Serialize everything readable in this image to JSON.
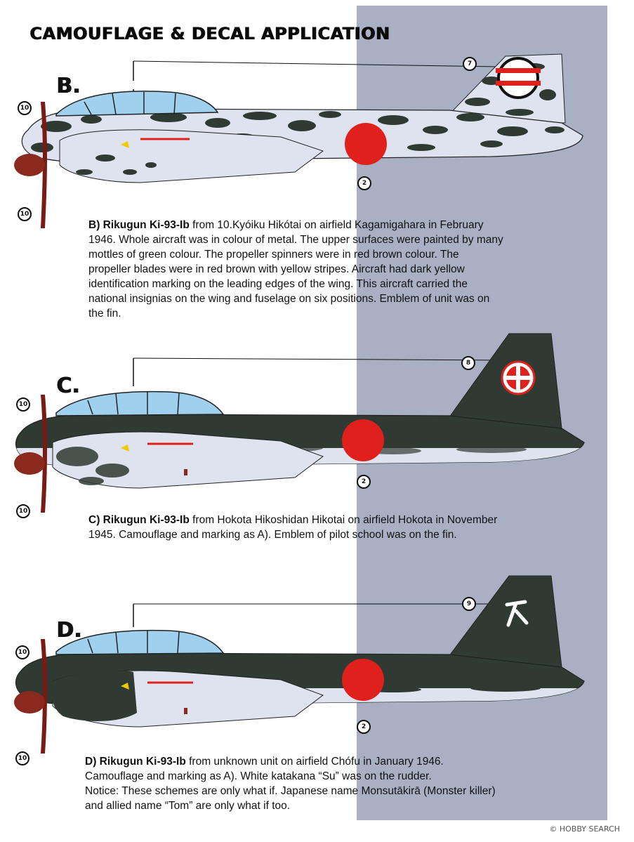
{
  "header": {
    "title": "CAMOUFLAGE & DECAL APPLICATION"
  },
  "colors": {
    "band": "#a9b0c4",
    "dark_green": "#2f3a33",
    "metal": "#dfe3ef",
    "canopy": "#9fd0ee",
    "hinomaru": "#e0201c",
    "propeller": "#7a1a14",
    "spinner": "#8a2a1e",
    "yellow": "#f0c800"
  },
  "profiles": [
    {
      "letter": "B.",
      "callouts": {
        "tail": "7",
        "wing": "2",
        "prop_top": "10",
        "prop_bottom": "10"
      },
      "caption_lead": "B) Rikugun Ki-93-Ib",
      "caption_lines": [
        " from 10.Kyóiku Hikótai on airfield Kagamigahara in February",
        "1946. Whole aircraft was in colour of metal. The upper surfaces were painted by many",
        "mottles of green colour.  The propeller spinners were in red brown colour. The",
        "propeller blades were in red brown with yellow stripes. Aircraft had dark yellow",
        "identification marking on the leading edges of the wing. This aircraft carried the",
        "national insignias on the wing and fuselage on six positions. Emblem of unit was on",
        "the fin."
      ]
    },
    {
      "letter": "C.",
      "callouts": {
        "tail": "8",
        "wing": "2",
        "prop_top": "10",
        "prop_bottom": "10"
      },
      "caption_lead": "C) Rikugun Ki-93-Ib",
      "caption_lines": [
        " from  Hokota Hikoshidan Hikotai on airfield Hokota in November",
        "1945. Camouflage and marking as A). Emblem of pilot school  was on the fin."
      ]
    },
    {
      "letter": "D.",
      "callouts": {
        "tail": "9",
        "wing": "2",
        "prop_top": "10",
        "prop_bottom": "10"
      },
      "caption_lead": "D) Rikugun Ki-93-Ib",
      "caption_lines": [
        " from unknown unit on airfield Chófu in January 1946.",
        "Camouflage and marking as A). White katakana “Su” was on the rudder.",
        "Notice: These schemes are only what if. Japanese name Monsutākirā (Monster killer)",
        "and allied name “Tom” are only what if too."
      ]
    }
  ],
  "watermark": "© HOBBY SEARCH"
}
